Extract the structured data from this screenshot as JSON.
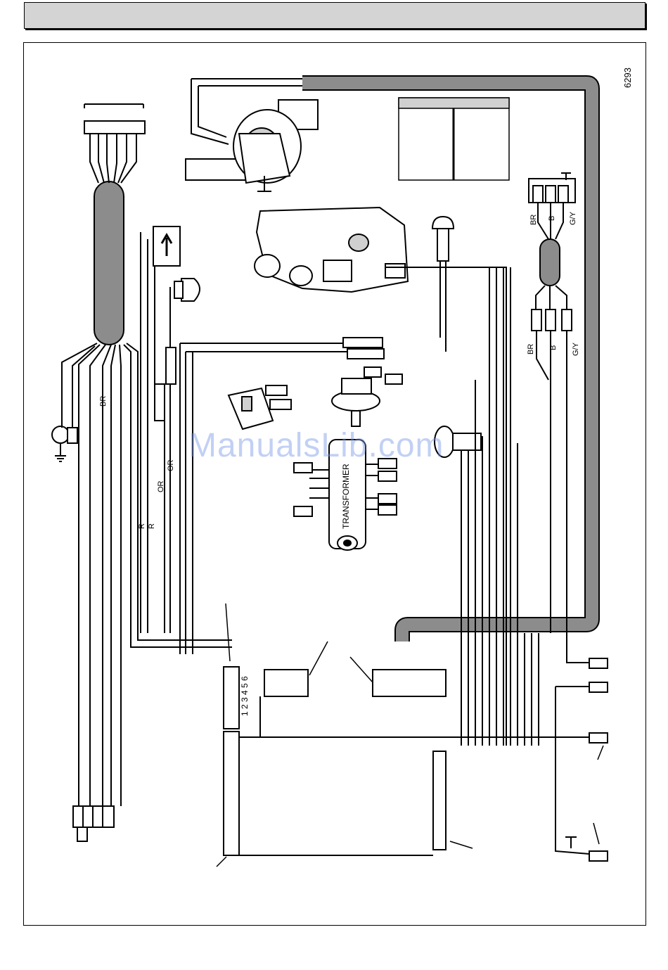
{
  "figure_number": "6293",
  "labels": {
    "transformer": "TRANSFORMER",
    "br_left": "BR",
    "r1": "R",
    "r2": "R",
    "or1": "OR",
    "or2": "OR",
    "br_right_top": "BR",
    "b_right_top": "B",
    "gy_right_top": "G/Y",
    "br_right_bot": "BR",
    "b_right_bot": "B",
    "gy_right_bot": "G/Y",
    "terminal_numbers": "1 2 3 4 5 6"
  },
  "watermark": "ManualsLib.com",
  "colors": {
    "harness": "#8c8c8c",
    "line": "#000000",
    "panel": "#d4d4d4"
  }
}
